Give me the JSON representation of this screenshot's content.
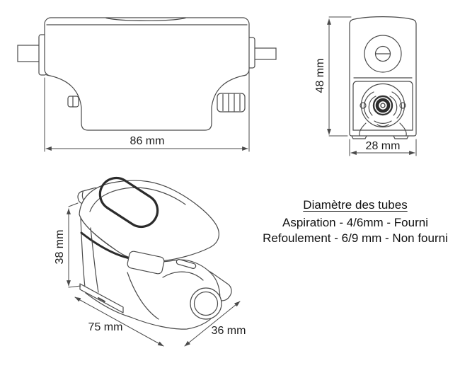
{
  "drawing": {
    "front": {
      "width_label": "86 mm"
    },
    "side": {
      "height_label": "48 mm",
      "depth_label": "28 mm"
    },
    "iso": {
      "height_label": "38 mm",
      "length_label": "75 mm",
      "width_label": "36 mm"
    }
  },
  "tube_info": {
    "title": "Diamètre des tubes",
    "aspiration": "Aspiration - 4/6mm - Fourni",
    "refoulement": "Refoulement - 6/9 mm - Non fourni"
  },
  "colors": {
    "line": "#4a4a4a",
    "dark_accent": "#2b2b2b",
    "text": "#1c1c1c",
    "background": "#ffffff"
  }
}
